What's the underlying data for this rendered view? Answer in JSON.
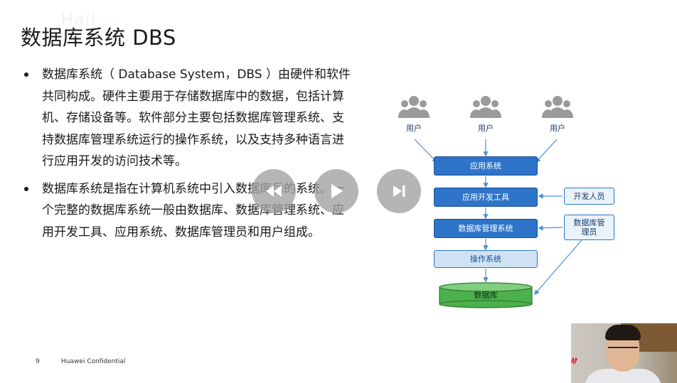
{
  "slide": {
    "title": "数据库系统 DBS",
    "watermark": "Hail..."
  },
  "bullets": [
    "数据库系统（ Database System，DBS ）由硬件和软件共同构成。硬件主要用于存储数据库中的数据，包括计算机、存储设备等。软件部分主要包括数据库管理系统、支持数据库管理系统运行的操作系统，以及支持多种语言进行应用开发的访问技术等。",
    "数据库系统是指在计算机系统中引入数据库后的系统。一个完整的数据库系统一般由数据库、数据库管理系统、应用开发工具、应用系统、数据库管理员和用户组成。"
  ],
  "diagram": {
    "users": [
      "用户",
      "用户",
      "用户"
    ],
    "app_system": "应用系统",
    "dev_tools": "应用开发工具",
    "developer": "开发人员",
    "dbms": "数据库管理系统",
    "dba": "数据库管理员",
    "os": "操作系统",
    "database": "数据库",
    "colors": {
      "box_fill": "#2e75c9",
      "box_light_fill": "#cfe2f6",
      "arrow": "#4a90d9",
      "db_fill": "#4cb04c",
      "user_icon": "#9a9a9a"
    }
  },
  "player": {
    "controls": [
      "rewind-icon",
      "play-icon",
      "skip-next-icon"
    ]
  },
  "footer": {
    "page_number": "9",
    "confidential": "Huawei Confidential"
  },
  "webcam": {
    "logo": "huawei-logo"
  }
}
